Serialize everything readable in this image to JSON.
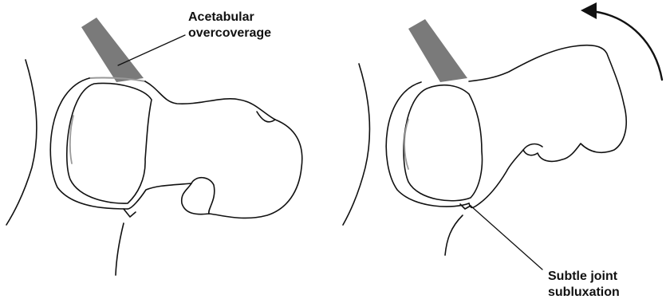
{
  "labels": {
    "acetabular_overcoverage": {
      "line1": "Acetabular",
      "line2": "overcoverage"
    },
    "subtle_joint_subluxation": {
      "line1": "Subtle joint",
      "line2": "subluxation"
    }
  },
  "colors": {
    "outline": "#111111",
    "overcoverage_fill": "#7a7a7a",
    "label_text": "#111111",
    "background": "#ffffff"
  },
  "icons": {
    "rotation": "curved-arrow-icon"
  }
}
